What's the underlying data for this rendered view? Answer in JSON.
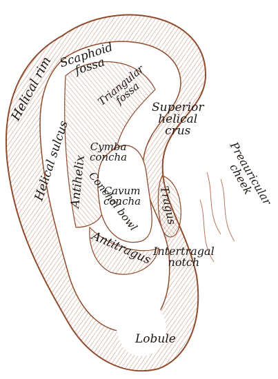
{
  "colors": {
    "ink": "#1b1510",
    "outline": "#8e4a2c",
    "hatch": "#b9755a",
    "background": "#ffffff"
  },
  "labels": {
    "helical_rim": "Helical rim",
    "scaphoid_fossa": [
      "Scaphoid",
      "fossa"
    ],
    "triangular_fossa": [
      "Triangular",
      "fossa"
    ],
    "superior_helical_crus": [
      "Superior",
      "helical",
      "crus"
    ],
    "helical_sulcus": "Helical sulcus",
    "antihelix": "Antihelix",
    "cymba_concha": [
      "Cymba",
      "concha"
    ],
    "conchal_bowl": "Conchal bowl",
    "cavum_concha": [
      "Cavum",
      "concha"
    ],
    "tragus": "Tragus",
    "preauricular_cheek": [
      "Preauricular",
      "cheek"
    ],
    "antitragus": "Antitragus",
    "intertragal_notch": [
      "Intertragal",
      "notch"
    ],
    "lobule": "Lobule"
  }
}
